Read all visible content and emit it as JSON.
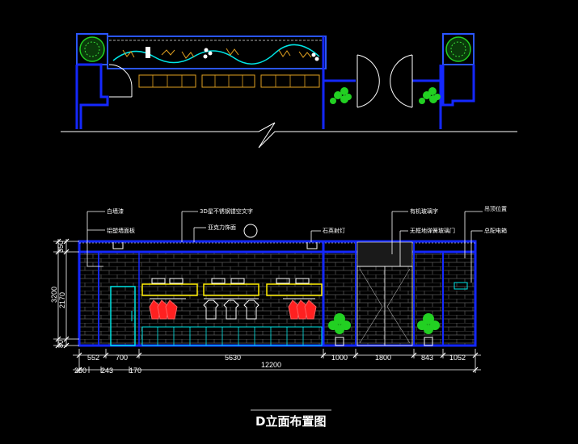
{
  "drawing": {
    "title": "D立面布置图",
    "background": "#000000",
    "colors": {
      "wall": "#1428ff",
      "frame": "#2a55ff",
      "line_white": "#ffffff",
      "cyan": "#00e5e5",
      "yellow": "#ffee00",
      "red": "#ff2020",
      "green": "#22d022",
      "brick": "#5a5a5a",
      "shelf": "#e0a020"
    }
  },
  "labels": {
    "l1": "白墙漆",
    "l2": "铝塑墙面板",
    "l3": "3D星不锈钢镂空文字",
    "l4": "亚克力饰面",
    "l5": "石英射灯",
    "l6": "有机玻璃字",
    "l7": "无框地弹簧玻璃门",
    "l8": "吊顶位置",
    "l9": "总配电箱"
  },
  "dims_top": [
    "552",
    "700",
    "5630",
    "1000",
    "1800",
    "843",
    "1052"
  ],
  "dims_bottom": [
    "280",
    "243",
    "170"
  ],
  "dim_total": "12200",
  "dims_vertical": [
    "350",
    "3200",
    "2170",
    "80"
  ],
  "icons": {
    "plant": "potted-plant-icon",
    "clothes": "hanging-clothes-icon",
    "door": "glass-door-icon",
    "lamp": "spotlight-icon"
  }
}
